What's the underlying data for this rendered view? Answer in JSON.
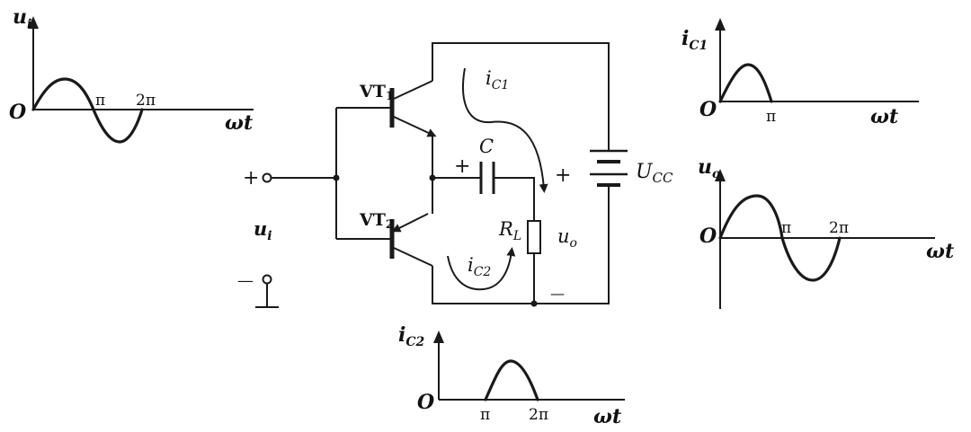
{
  "waveforms": {
    "ui": {
      "ylabel_main": "u",
      "ylabel_sub": "i",
      "origin": "O",
      "tick_1": "π",
      "tick_2": "2π",
      "xlabel": "ωt"
    },
    "ic1": {
      "ylabel_main": "i",
      "ylabel_sub": "C1",
      "origin": "O",
      "tick_1": "π",
      "xlabel": "ωt"
    },
    "uo": {
      "ylabel_main": "u",
      "ylabel_sub": "o",
      "origin": "O",
      "tick_1": "π",
      "tick_2": "2π",
      "xlabel": "ωt"
    },
    "ic2": {
      "ylabel_main": "i",
      "ylabel_sub": "C2",
      "origin": "O",
      "tick_1": "π",
      "tick_2": "2π",
      "xlabel": "ωt"
    }
  },
  "circuit": {
    "vt1_main": "VT",
    "vt1_sub": "1",
    "vt2_main": "VT",
    "vt2_sub": "2",
    "ic1_main": "i",
    "ic1_sub": "C1",
    "ic2_main": "i",
    "ic2_sub": "C2",
    "cap_label": "C",
    "cap_plus": "+",
    "rl_main": "R",
    "rl_sub": "L",
    "uo_main": "u",
    "uo_sub": "o",
    "supply_plus": "+",
    "supply_main": "U",
    "supply_sub": "CC",
    "supply_minus": "—",
    "input_plus": "+",
    "input_minus": "—",
    "ui_main": "u",
    "ui_sub": "i"
  }
}
